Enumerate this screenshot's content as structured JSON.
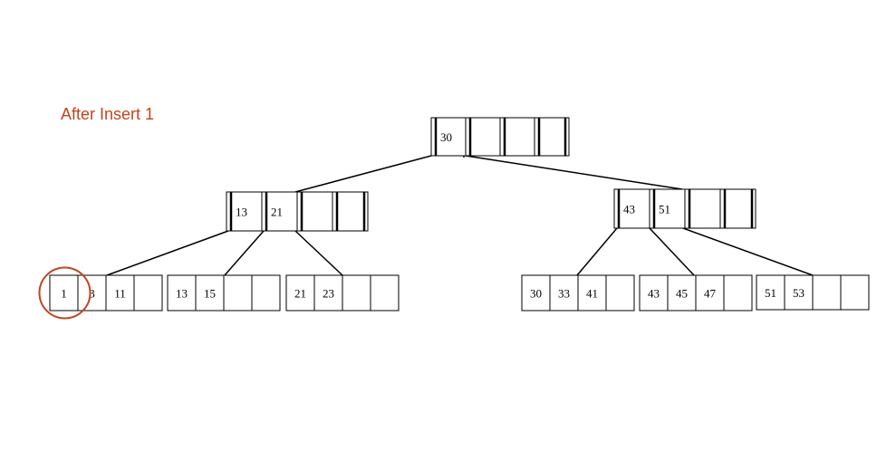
{
  "title": "After Insert 1",
  "accent_color": "#c0441f",
  "tree": {
    "root": {
      "keys": [
        "30",
        "",
        "",
        ""
      ]
    },
    "internal_left": {
      "keys": [
        "13",
        "21",
        "",
        ""
      ]
    },
    "internal_right": {
      "keys": [
        "43",
        "51",
        "",
        ""
      ]
    },
    "leaves": [
      {
        "keys": [
          "1",
          "3",
          "11",
          ""
        ],
        "highlighted_key": "1"
      },
      {
        "keys": [
          "13",
          "15",
          "",
          ""
        ]
      },
      {
        "keys": [
          "21",
          "23",
          "",
          ""
        ]
      },
      {
        "keys": [
          "30",
          "33",
          "41",
          ""
        ]
      },
      {
        "keys": [
          "43",
          "45",
          "47",
          ""
        ]
      },
      {
        "keys": [
          "51",
          "53",
          "",
          ""
        ]
      }
    ]
  }
}
